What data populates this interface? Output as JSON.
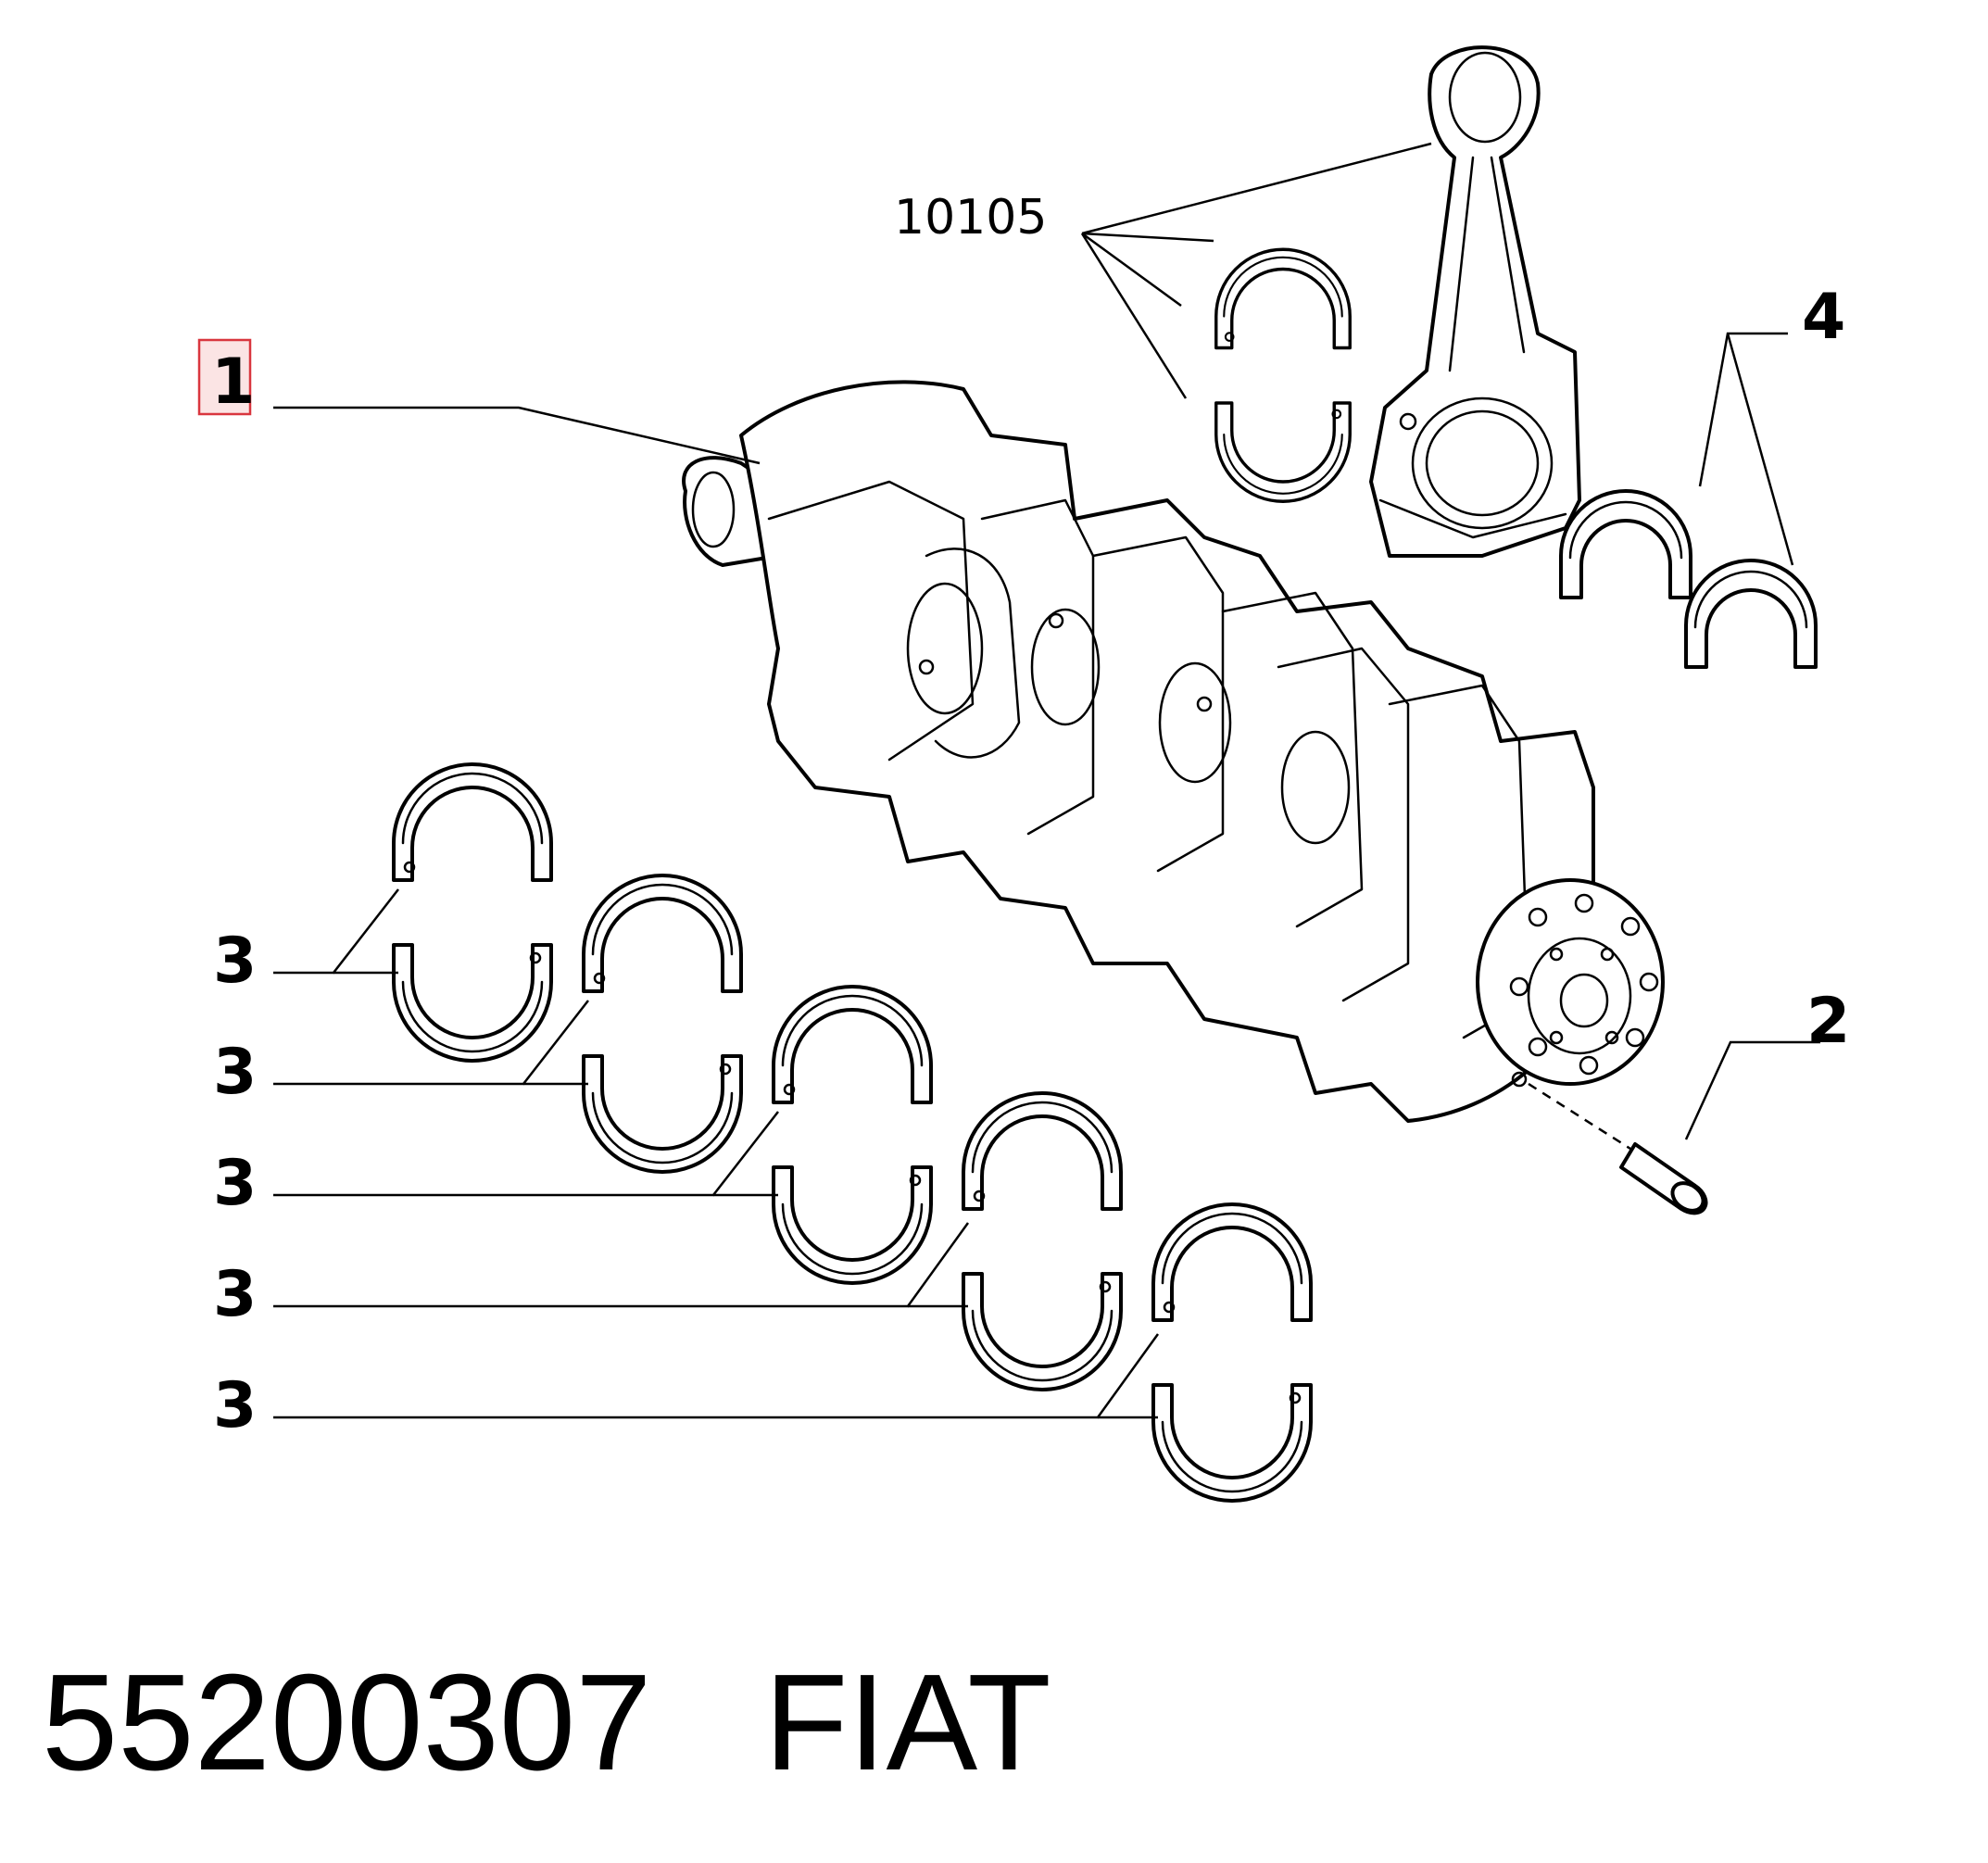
{
  "callouts": {
    "item1": "1",
    "item2": "2",
    "item3": "3",
    "item4": "4",
    "rod": "10105"
  },
  "footer": {
    "part_number": "55200307",
    "brand": "FIAT"
  },
  "colors": {
    "line": "#000000",
    "highlight_box": "#d9363e",
    "highlight_fill": "#fbe4e4"
  }
}
